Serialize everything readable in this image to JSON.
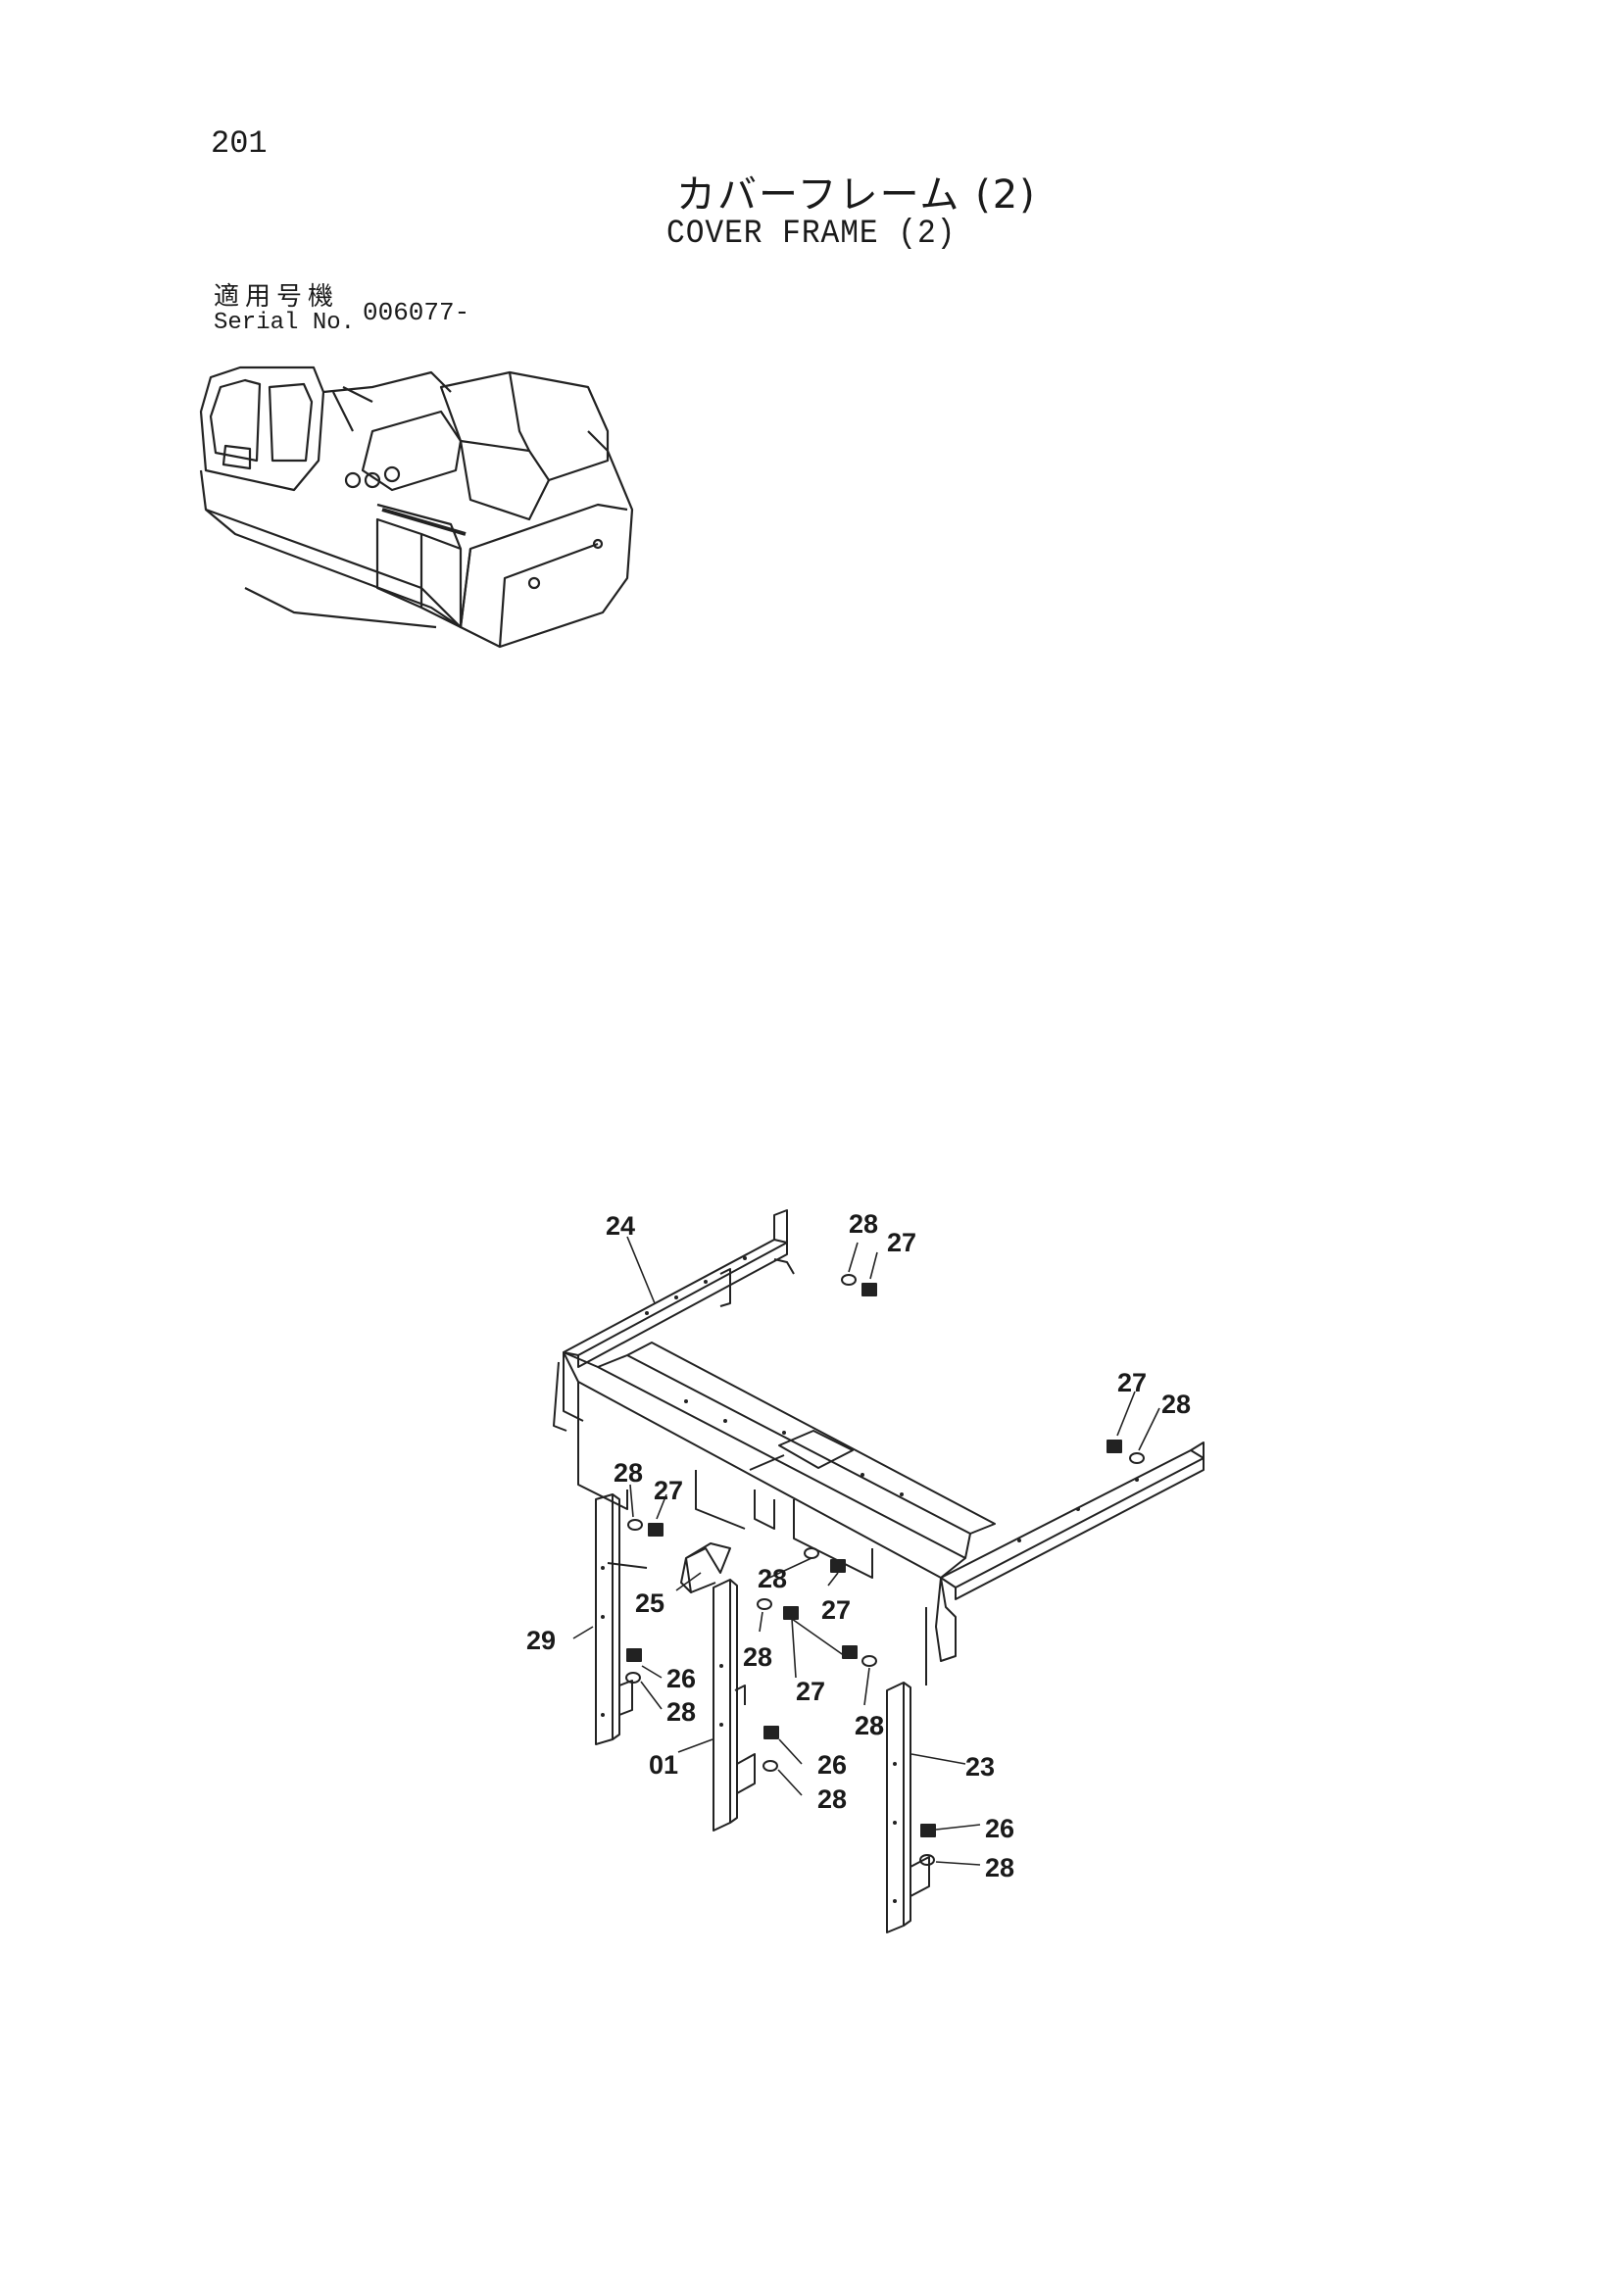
{
  "page": {
    "number": "201",
    "title_jp": "カバーフレーム (2)",
    "title_en": "COVER FRAME (2)",
    "serial_label_jp": "適用号機",
    "serial_label_en": "Serial No.",
    "serial_value": "006077-"
  },
  "callouts": [
    "24",
    "28",
    "27",
    "27",
    "28",
    "28",
    "27",
    "28",
    "27",
    "25",
    "28",
    "29",
    "26",
    "28",
    "28",
    "27",
    "28",
    "26",
    "01",
    "28",
    "23",
    "26",
    "28"
  ]
}
